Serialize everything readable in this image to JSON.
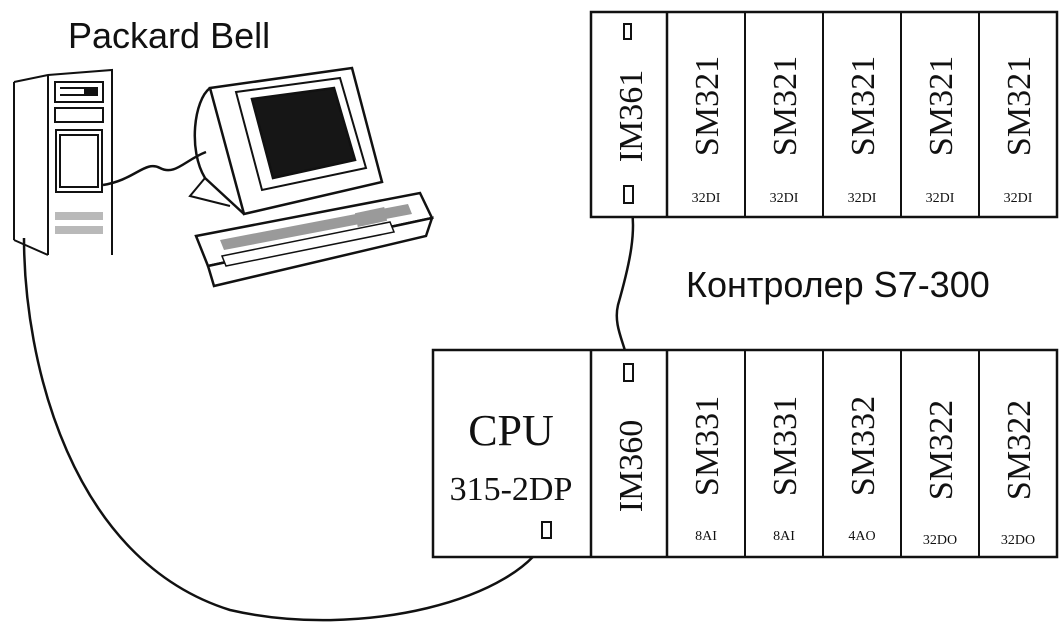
{
  "computer": {
    "brand_label": "Packard Bell"
  },
  "controller": {
    "label": "Контролер S7-300"
  },
  "top_rack": {
    "interface_module": "IM361",
    "modules": [
      {
        "name": "SM321",
        "sub": "32DI"
      },
      {
        "name": "SM321",
        "sub": "32DI"
      },
      {
        "name": "SM321",
        "sub": "32DI"
      },
      {
        "name": "SM321",
        "sub": "32DI"
      },
      {
        "name": "SM321",
        "sub": "32DI"
      }
    ]
  },
  "bottom_rack": {
    "cpu_title": "CPU",
    "cpu_model": "315-2DP",
    "interface_module": "IM360",
    "modules": [
      {
        "name": "SM331",
        "sub": "8AI"
      },
      {
        "name": "SM331",
        "sub": "8AI"
      },
      {
        "name": "SM332",
        "sub": "4AO"
      },
      {
        "name": "SM322",
        "sub": "32DO"
      },
      {
        "name": "SM322",
        "sub": "32DO"
      }
    ]
  },
  "colors": {
    "line": "#111111",
    "screen": "#161616",
    "tower_stripe": "#b9b9b9",
    "key_gray": "#9a9a9a"
  }
}
